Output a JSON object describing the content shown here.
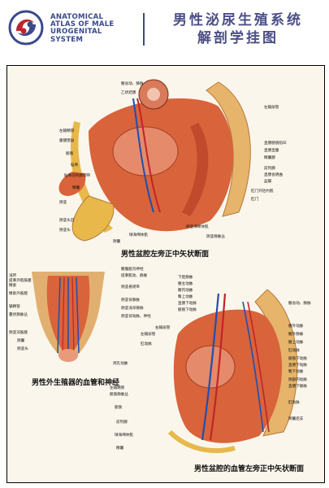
{
  "header": {
    "en_title": [
      "ANATOMICAL",
      "ATLAS OF MALE",
      "UROGENITAL",
      "SYSTEM"
    ],
    "cn_title_line1": "男性泌尿生殖系统",
    "cn_title_line2": "解剖学挂图"
  },
  "colors": {
    "brand_blue": "#3a4a8a",
    "brand_red": "#c0242a",
    "tissue": "#d9633a",
    "fat": "#e8b84a"
  },
  "figures": {
    "top": {
      "caption": "男性盆腔左旁正中矢状断面",
      "labels_left": [
        "左输精管",
        "腹膜壁层",
        "膀胱",
        "耻骨",
        "耻骨前列腺韧带",
        "精囊",
        "阴茎",
        "阴茎头冠",
        "阴茎头"
      ],
      "labels_right": [
        "髂总动、静脉",
        "乙状结肠",
        "左输尿管",
        "直肠膀胱陷凹",
        "直肠壶腹",
        "精囊腺",
        "前列腺",
        "直肠会阴曲",
        "盆膈",
        "肛门外括约肌",
        "肛门"
      ],
      "labels_bottom": [
        "阴囊",
        "球海绵体肌",
        "阴茎海绵体肌",
        "阴茎静脉丛"
      ]
    },
    "bottom_left": {
      "caption": "男性外生殖器的血管和神经",
      "labels_left": [
        "浅环",
        "提睾外肌筋膜",
        "精索",
        "精索外筋膜",
        "输精管",
        "蔓状静脉丛",
        "阴茎深筋膜",
        "阴囊",
        "阴茎头"
      ],
      "labels_right": [
        "髂腹股沟神经",
        "提睾肌动、静脉",
        "阴茎悬韧带",
        "阴茎背静脉",
        "阴茎浅深静脉",
        "阴茎背动脉、神经"
      ]
    },
    "bottom_right": {
      "caption": "男性盆腔的血管左旁正中矢状断面",
      "labels_left": [
        "左输尿管",
        "肛动脉",
        "闭孔动脉",
        "左输精管",
        "膀胱静脉丛",
        "膀胱",
        "前列腺",
        "球海绵体肌",
        "精囊"
      ],
      "labels_top": [
        "下腔静脉",
        "腰主动脉",
        "髂内动脉",
        "臀上动脉",
        "直肠下动脉",
        "膀胱下动脉",
        "右输尿管"
      ],
      "labels_right": [
        "髂总动、静脉",
        "髂外动脉",
        "髂外静脉",
        "髂上动脉",
        "肛动脉",
        "膀胱下动脉",
        "直肠下动脉",
        "臀下动脉",
        "阴部内动脉",
        "直肠下静脉",
        "肛动脉",
        "阴囊后支"
      ]
    }
  }
}
